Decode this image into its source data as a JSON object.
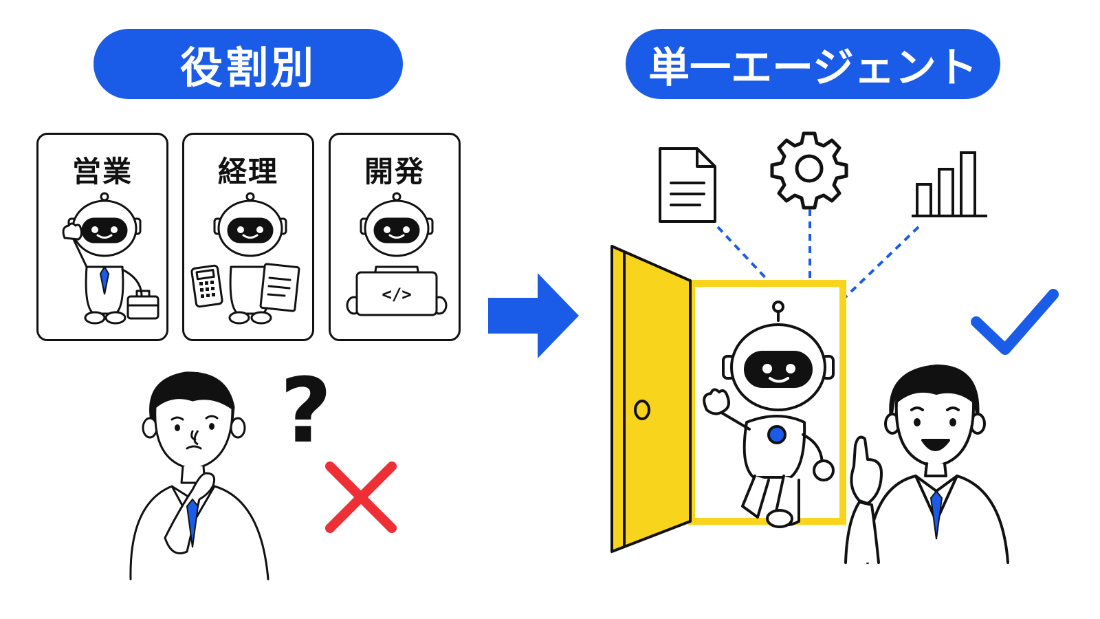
{
  "left_panel": {
    "title": "役割別",
    "cards": [
      {
        "label": "営業"
      },
      {
        "label": "経理"
      },
      {
        "label": "開発"
      }
    ],
    "question_mark": "?"
  },
  "right_panel": {
    "title": "単一エージェント"
  },
  "code_icon_text": "</>",
  "colors": {
    "accent_blue": "#1a5ce8",
    "door_yellow": "#f8d51c",
    "cross_red": "#ee2f35",
    "check_blue": "#1a5ce8",
    "outline": "#111111"
  }
}
